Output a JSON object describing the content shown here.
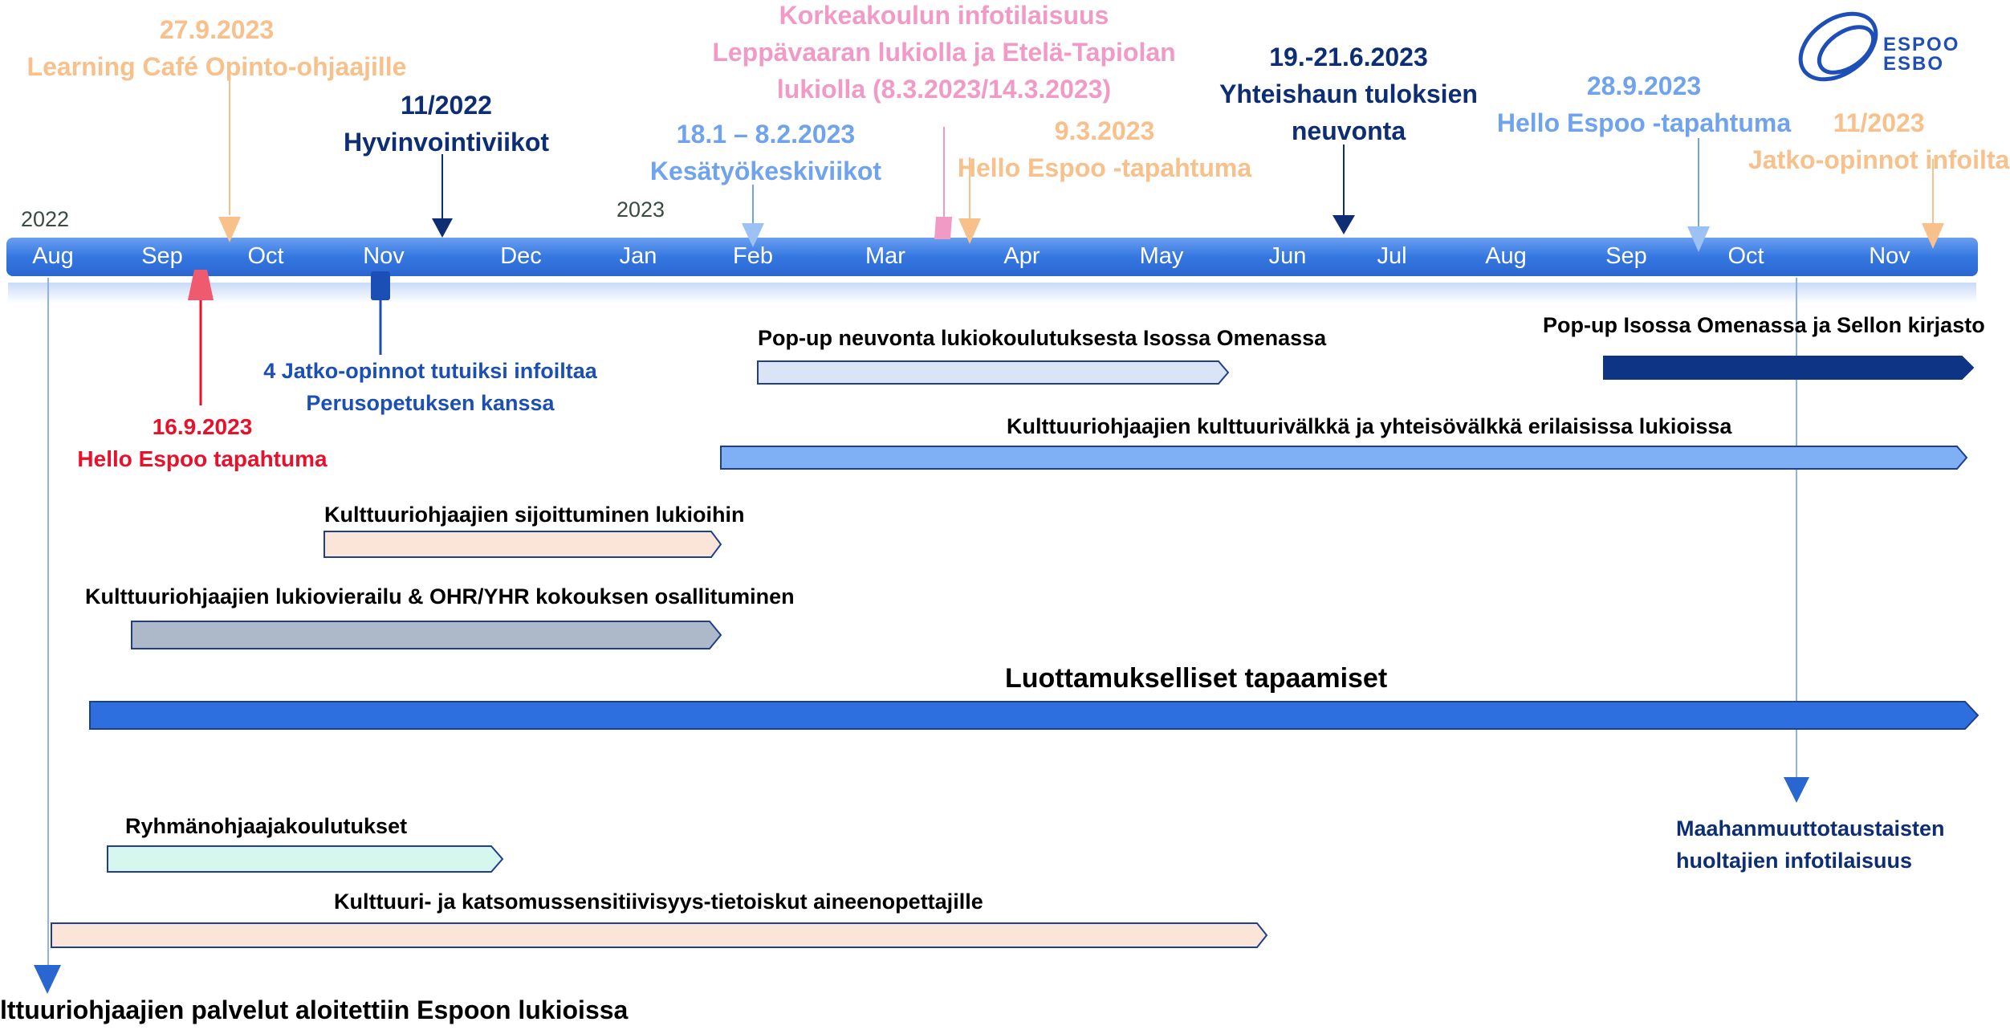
{
  "logo": {
    "line1": "ESPOO",
    "line2": "ESBO"
  },
  "years": {
    "y2022": "2022",
    "y2023": "2023"
  },
  "months": [
    "Aug",
    "Sep",
    "Oct",
    "Nov",
    "Dec",
    "Jan",
    "Feb",
    "Mar",
    "Apr",
    "May",
    "Jun",
    "Jul",
    "Aug",
    "Sep",
    "Oct",
    "Nov"
  ],
  "events_above": {
    "learning_cafe": {
      "date": "27.9.2023",
      "title": "Learning Café Opinto-ohjaajille",
      "color": "#f8c08a"
    },
    "hyvinvointi": {
      "date": "11/2022",
      "title": "Hyvinvointiviikot",
      "color": "#0d2e74"
    },
    "kesatyo": {
      "date": "18.1 – 8.2.2023",
      "title": "Kesätyökeskiviikot",
      "color": "#6fa3ee"
    },
    "korkeakoulu": {
      "line1": "Korkeakoulun infotilaisuus",
      "line2": "Leppävaaran lukiolla ja Etelä-Tapiolan",
      "line3": "lukiolla (8.3.2023/14.3.2023)",
      "color": "#f19ac6"
    },
    "hello_march": {
      "date": "9.3.2023",
      "title": "Hello Espoo -tapahtuma",
      "color": "#f8c08a"
    },
    "yhteishaku": {
      "date": "19.-21.6.2023",
      "title1": "Yhteishaun tuloksien",
      "title2": "neuvonta",
      "color": "#0d2e74"
    },
    "hello_sep": {
      "date": "28.9.2023",
      "title": "Hello Espoo -tapahtuma",
      "color": "#6fa3ee"
    },
    "jatko_nov": {
      "date": "11/2023",
      "title": "Jatko-opinnot infoilta",
      "color": "#f8c08a"
    }
  },
  "events_below": {
    "hello_red": {
      "date": "16.9.2023",
      "title": "Hello Espoo tapahtuma",
      "color": "#e8102a"
    },
    "jatko_perus": {
      "line1": "4 Jatko-opinnot tutuiksi infoiltaa",
      "line2": "Perusopetuksen kanssa",
      "color": "#1c4fb5"
    },
    "maahanmuutto": {
      "line1": "Maahanmuuttotaustaisten",
      "line2": "huoltajien infotilaisuus",
      "color": "#0d2e74"
    },
    "palvelut": {
      "title": "lttuuriohjaajien palvelut aloitettiin Espoon lukioissa",
      "color": "#000000"
    }
  },
  "bars": {
    "popup_omena": "Pop-up neuvonta lukiokoulutuksesta Isossa Omenassa",
    "popup_sello": "Pop-up Isossa Omenassa ja Sellon kirjasto",
    "kulttuurivalkka": "Kulttuuriohjaajien kulttuurivälkkä ja yhteisövälkkä erilaisissa lukioissa",
    "sijoittuminen": "Kulttuuriohjaajien sijoittuminen lukioihin",
    "lukiovierailu": "Kulttuuriohjaajien lukiovierailu & OHR/YHR kokouksen osallituminen",
    "luottamukselliset": "Luottamukselliset tapaamiset",
    "ryhmanohjaaja": "Ryhmänohjaajakoulutukset",
    "sensitiivisyys": "Kulttuuri- ja katsomussensitiivisyys-tietoiskut aineenopettajille"
  },
  "colors": {
    "timeline": "#3f7ee0",
    "timeline_light": "#79a8f0",
    "bar_popup_omena": "#d9e4f7",
    "bar_popup_sello": "#0d3485",
    "bar_valkka": "#7fb0f5",
    "bar_sijoittuminen": "#fbe5d8",
    "bar_vierailu": "#adb9c9",
    "bar_luottamus": "#2d6fdf",
    "bar_ryhma": "#d6f7ee",
    "bar_sensitiivisyys": "#fbe5d8"
  }
}
